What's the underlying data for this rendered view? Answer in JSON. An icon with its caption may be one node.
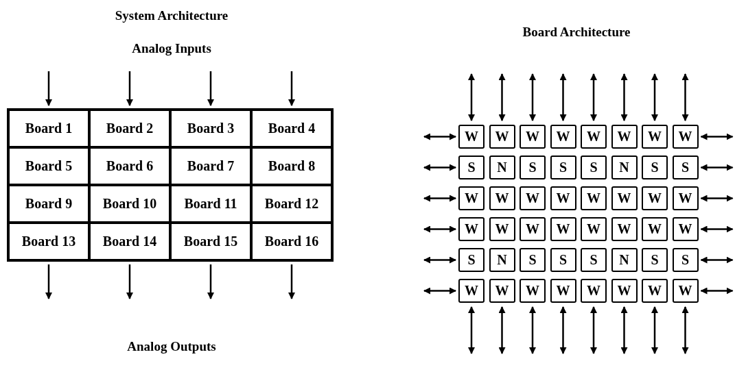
{
  "diagram": {
    "nodes": [
      {
        "text": [
          "Board 1"
        ]
      },
      {
        "text": [
          "Board 2"
        ]
      },
      {
        "text": [
          "Board 3"
        ]
      },
      {
        "text": [
          "Board 4"
        ]
      },
      {
        "text": [
          "Board 5"
        ]
      },
      {
        "text": [
          "Board 6"
        ]
      },
      {
        "text": [
          "Board 7"
        ]
      },
      {
        "text": [
          "Board 8"
        ]
      },
      {
        "text": [
          "Board 9"
        ]
      },
      {
        "text": [
          "Board 10"
        ]
      },
      {
        "text": [
          "Board 11"
        ]
      },
      {
        "text": [
          "Board 12"
        ]
      },
      {
        "text": [
          "Board 13"
        ]
      },
      {
        "text": [
          "Board 14"
        ]
      },
      {
        "text": [
          "Board 15"
        ]
      },
      {
        "text": [
          "Board 16"
        ]
      },
      {
        "text": [
          "W"
        ]
      },
      {
        "text": [
          "W"
        ]
      },
      {
        "text": [
          "W"
        ]
      },
      {
        "text": [
          "W"
        ]
      },
      {
        "text": [
          "W"
        ]
      },
      {
        "text": [
          "W"
        ]
      },
      {
        "text": [
          "W"
        ]
      },
      {
        "text": [
          "W"
        ]
      },
      {
        "text": [
          "S"
        ]
      },
      {
        "text": [
          "N"
        ]
      },
      {
        "text": [
          "S"
        ]
      },
      {
        "text": [
          "S"
        ]
      },
      {
        "text": [
          "S"
        ]
      },
      {
        "text": [
          "N"
        ]
      },
      {
        "text": [
          "S"
        ]
      },
      {
        "text": [
          "S"
        ]
      },
      {
        "text": [
          "W"
        ]
      },
      {
        "text": [
          "W"
        ]
      },
      {
        "text": [
          "W"
        ]
      },
      {
        "text": [
          "W"
        ]
      },
      {
        "text": [
          "W"
        ]
      },
      {
        "text": [
          "W"
        ]
      },
      {
        "text": [
          "W"
        ]
      },
      {
        "text": [
          "W"
        ]
      },
      {
        "text": [
          "W"
        ]
      },
      {
        "text": [
          "W"
        ]
      },
      {
        "text": [
          "W"
        ]
      },
      {
        "text": [
          "W"
        ]
      },
      {
        "text": [
          "W"
        ]
      },
      {
        "text": [
          "W"
        ]
      },
      {
        "text": [
          "W"
        ]
      },
      {
        "text": [
          "W"
        ]
      },
      {
        "text": [
          "S"
        ]
      },
      {
        "text": [
          "N"
        ]
      },
      {
        "text": [
          "S"
        ]
      },
      {
        "text": [
          "S"
        ]
      },
      {
        "text": [
          "S"
        ]
      },
      {
        "text": [
          "N"
        ]
      },
      {
        "text": [
          "S"
        ]
      },
      {
        "text": [
          "S"
        ]
      },
      {
        "text": [
          "W"
        ]
      },
      {
        "text": [
          "W"
        ]
      },
      {
        "text": [
          "W"
        ]
      },
      {
        "text": [
          "W"
        ]
      },
      {
        "text": [
          "W"
        ]
      },
      {
        "text": [
          "W"
        ]
      },
      {
        "text": [
          "W"
        ]
      },
      {
        "text": [
          "W"
        ]
      }
    ],
    "edges": [
      {
        "from": null,
        "to": 0,
        "arrow": "to"
      },
      {
        "from": null,
        "to": 1,
        "arrow": "to"
      },
      {
        "from": null,
        "to": 2,
        "arrow": "to"
      },
      {
        "from": null,
        "to": 3,
        "arrow": "to"
      },
      {
        "from": 12,
        "to": null,
        "arrow": "to"
      },
      {
        "from": 13,
        "to": null,
        "arrow": "to"
      },
      {
        "from": 14,
        "to": null,
        "arrow": "to"
      },
      {
        "from": 15,
        "to": null,
        "arrow": "to"
      },
      {
        "from": null,
        "to": 16,
        "arrow": "both"
      },
      {
        "from": null,
        "to": 17,
        "arrow": "both"
      },
      {
        "from": null,
        "to": 18,
        "arrow": "both"
      },
      {
        "from": null,
        "to": 19,
        "arrow": "both"
      },
      {
        "from": null,
        "to": 20,
        "arrow": "both"
      },
      {
        "from": null,
        "to": 21,
        "arrow": "both"
      },
      {
        "from": null,
        "to": 22,
        "arrow": "both"
      },
      {
        "from": null,
        "to": 23,
        "arrow": "both"
      },
      {
        "from": 56,
        "to": null,
        "arrow": "both"
      },
      {
        "from": 57,
        "to": null,
        "arrow": "both"
      },
      {
        "from": 58,
        "to": null,
        "arrow": "both"
      },
      {
        "from": 59,
        "to": null,
        "arrow": "both"
      },
      {
        "from": 60,
        "to": null,
        "arrow": "both"
      },
      {
        "from": 61,
        "to": null,
        "arrow": "both"
      },
      {
        "from": 62,
        "to": null,
        "arrow": "both"
      },
      {
        "from": 63,
        "to": null,
        "arrow": "both"
      },
      {
        "from": null,
        "to": 16,
        "arrow": "both"
      },
      {
        "from": null,
        "to": 24,
        "arrow": "both"
      },
      {
        "from": null,
        "to": 32,
        "arrow": "both"
      },
      {
        "from": null,
        "to": 40,
        "arrow": "both"
      },
      {
        "from": null,
        "to": 48,
        "arrow": "both"
      },
      {
        "from": null,
        "to": 56,
        "arrow": "both"
      },
      {
        "from": 23,
        "to": null,
        "arrow": "both"
      },
      {
        "from": 31,
        "to": null,
        "arrow": "both"
      },
      {
        "from": 39,
        "to": null,
        "arrow": "both"
      },
      {
        "from": 47,
        "to": null,
        "arrow": "both"
      },
      {
        "from": 55,
        "to": null,
        "arrow": "both"
      },
      {
        "from": 63,
        "to": null,
        "arrow": "both"
      }
    ],
    "labels": [
      "System Architecture",
      "Analog Inputs",
      "Board Architecture",
      "Analog Outputs"
    ]
  }
}
